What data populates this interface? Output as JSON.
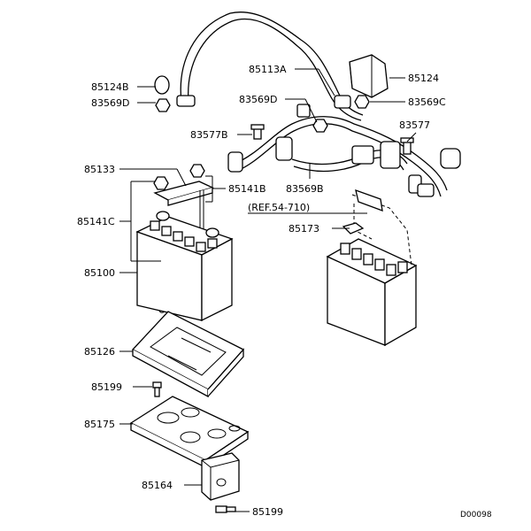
{
  "labels": {
    "p85124B": "85124B",
    "p83569D_left": "83569D",
    "p85113A": "85113A",
    "p85124": "85124",
    "p83569D_mid": "83569D",
    "p83569C": "83569C",
    "p83577B": "83577B",
    "p83577": "83577",
    "p85133": "85133",
    "p85141B": "85141B",
    "p83569B": "83569B",
    "ref": "(REF.54-710)",
    "p85141C": "85141C",
    "p85173": "85173",
    "p85100": "85100",
    "p85126": "85126",
    "p85199_top": "85199",
    "p85175": "85175",
    "p85164": "85164",
    "p85199_bottom": "85199",
    "drawing_no": "D00098"
  }
}
